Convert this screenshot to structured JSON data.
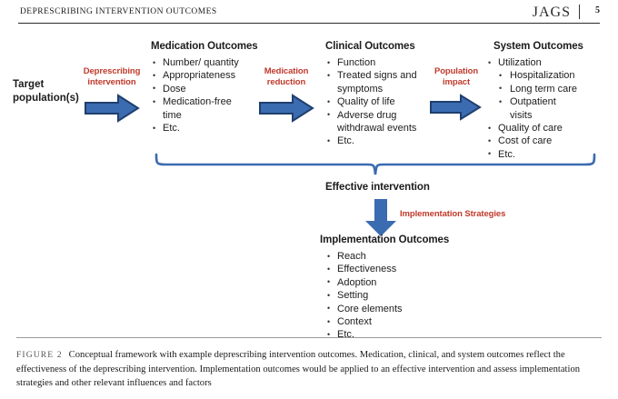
{
  "header": {
    "running_title": "DEPRESCRIBING INTERVENTION OUTCOMES",
    "journal": "JAGS",
    "page_number": "5"
  },
  "figure": {
    "start_node": {
      "line1": "Target",
      "line2": "population(s)"
    },
    "connectors": [
      {
        "name": "deprescribing-intervention",
        "line1": "Deprescribing",
        "line2": "intervention"
      },
      {
        "name": "medication-reduction",
        "line1": "Medication",
        "line2": "reduction"
      },
      {
        "name": "population-impact",
        "line1": "Population",
        "line2": "impact"
      }
    ],
    "columns": [
      {
        "title": "Medication Outcomes",
        "items": [
          {
            "text": "Number/ quantity",
            "level": 1
          },
          {
            "text": "Appropriateness",
            "level": 1
          },
          {
            "text": "Dose",
            "level": 1
          },
          {
            "text": "Medication-free",
            "level": 1
          },
          {
            "text": "time",
            "level": 0
          },
          {
            "text": "Etc.",
            "level": 1
          }
        ]
      },
      {
        "title": "Clinical Outcomes",
        "items": [
          {
            "text": "Function",
            "level": 1
          },
          {
            "text": "Treated signs and",
            "level": 1
          },
          {
            "text": "symptoms",
            "level": 0
          },
          {
            "text": "Quality of life",
            "level": 1
          },
          {
            "text": "Adverse drug",
            "level": 1
          },
          {
            "text": "withdrawal events",
            "level": 0
          },
          {
            "text": "Etc.",
            "level": 1
          }
        ]
      },
      {
        "title": "System Outcomes",
        "items": [
          {
            "text": "Utilization",
            "level": 1
          },
          {
            "text": "Hospitalization",
            "level": 2
          },
          {
            "text": "Long term care",
            "level": 2
          },
          {
            "text": "Outpatient",
            "level": 2
          },
          {
            "text": "visits",
            "level": 0
          },
          {
            "text": "Quality of care",
            "level": 1
          },
          {
            "text": "Cost of care",
            "level": 1
          },
          {
            "text": "Etc.",
            "level": 1
          }
        ]
      }
    ],
    "effective_intervention": "Effective intervention",
    "implementation_strategies": "Implementation Strategies",
    "implementation_outcomes": {
      "title": "Implementation Outcomes",
      "items": [
        "Reach",
        "Effectiveness",
        "Adoption",
        "Setting",
        "Core elements",
        "Context",
        "Etc."
      ]
    }
  },
  "caption": {
    "label": "FIGURE 2",
    "text": "Conceptual framework with example deprescribing intervention outcomes. Medication, clinical, and system outcomes reflect the effectiveness of the deprescribing intervention. Implementation outcomes would be applied to an effective intervention and assess implementation strategies and other relevant influences and factors"
  },
  "colors": {
    "arrow_fill": "#3B6BB0",
    "arrow_stroke": "#1F3F6E",
    "bracket": "#3B6BB0",
    "red_accent": "#c0392b",
    "text": "#1c1c1c"
  }
}
